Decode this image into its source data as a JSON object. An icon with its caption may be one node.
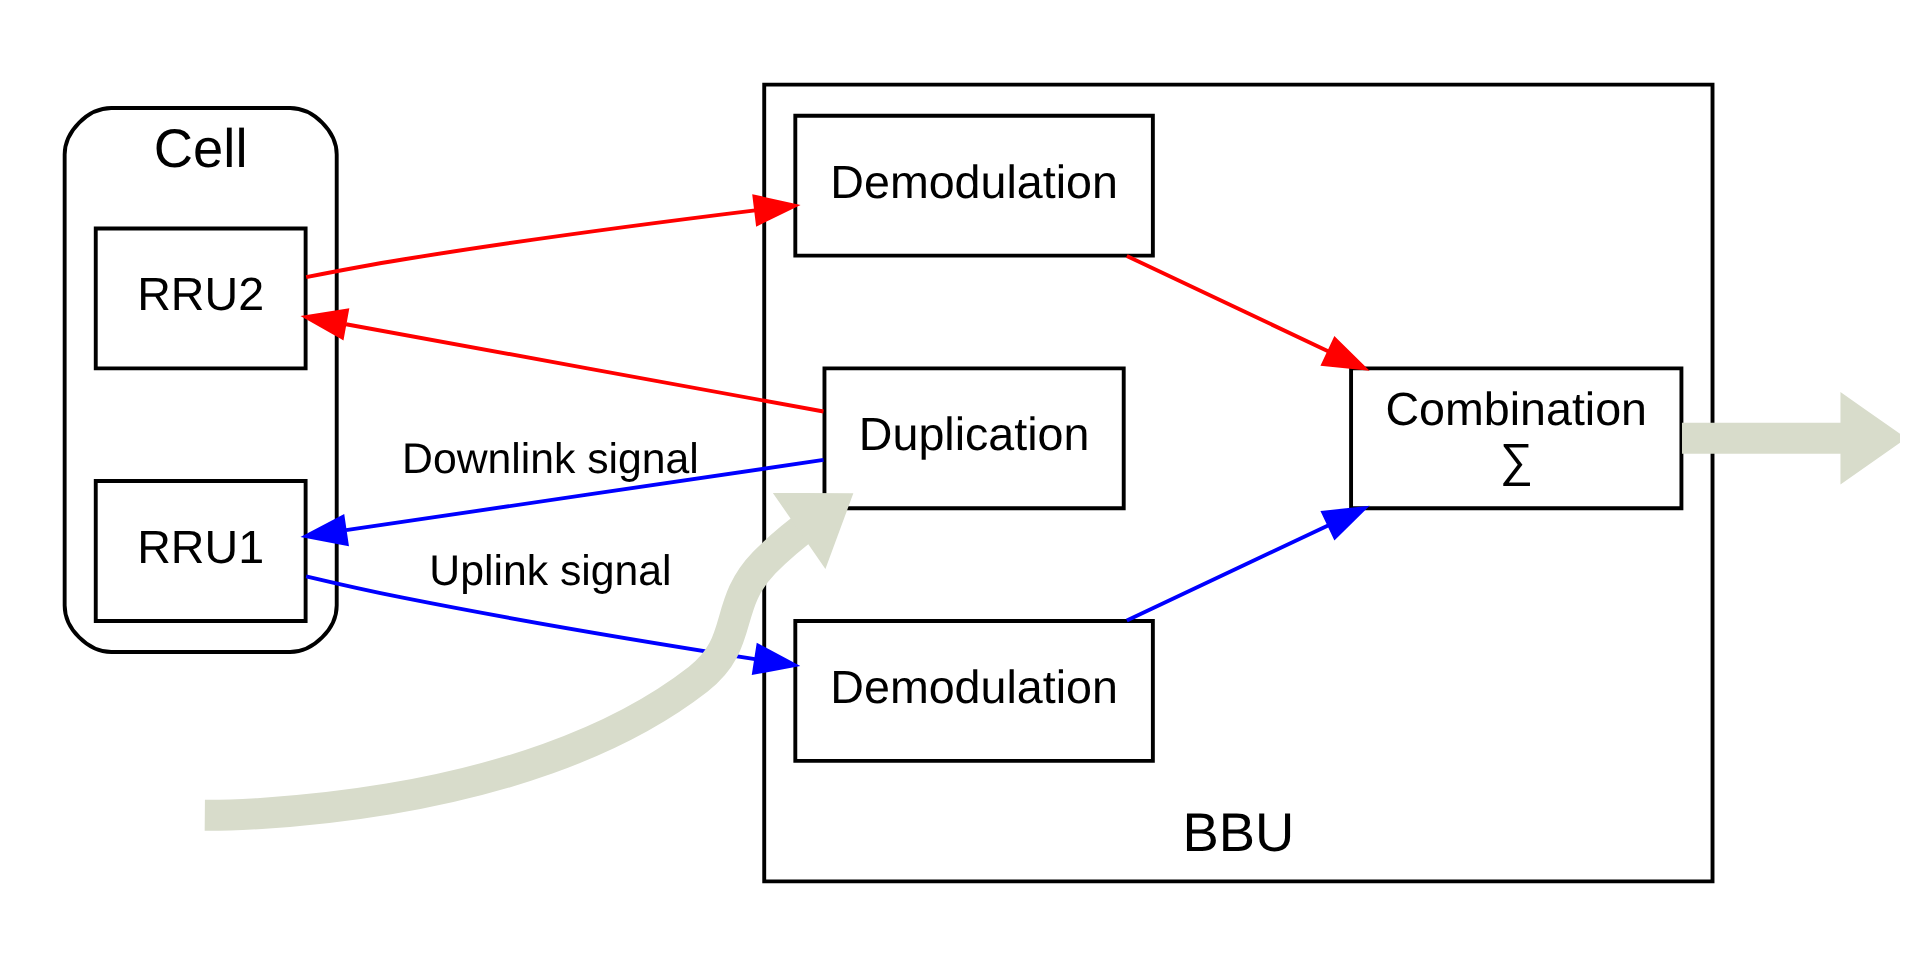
{
  "diagram": {
    "nodes": [
      {
        "text": [
          "Cell"
        ]
      },
      {
        "text": [
          "RRU1"
        ],
        "in": 0
      },
      {
        "text": [
          "RRU2"
        ],
        "in": 0
      },
      {
        "text": [
          "BBU"
        ]
      },
      {
        "text": [
          "Demodulation"
        ],
        "in": 3
      },
      {
        "text": [
          "Demodulation"
        ],
        "in": 3
      },
      {
        "text": [
          "Combination",
          "∑"
        ],
        "in": 3
      },
      {
        "text": [
          "Duplication"
        ],
        "in": 3
      }
    ],
    "edges": [
      {
        "from": 2,
        "to": 4,
        "arrow": "to",
        "color": "#ff0000"
      },
      {
        "from": 1,
        "to": 5,
        "arrow": "to",
        "color": "#0000ff",
        "label": "Uplink signal"
      },
      {
        "from": 4,
        "to": 6,
        "arrow": "to",
        "color": "#ff0000"
      },
      {
        "from": 5,
        "to": 6,
        "arrow": "to",
        "color": "#0000ff"
      },
      {
        "from": 6,
        "to": null,
        "arrow": "to",
        "style": "thick",
        "color": "#d8dccb"
      },
      {
        "from": null,
        "to": 7,
        "arrow": "to",
        "style": "thick",
        "color": "#d8dccb"
      },
      {
        "from": 7,
        "to": 2,
        "arrow": "to",
        "color": "#ff0000"
      },
      {
        "from": 7,
        "to": 1,
        "arrow": "to",
        "color": "#0000ff",
        "label": "Downlink signal"
      }
    ]
  }
}
